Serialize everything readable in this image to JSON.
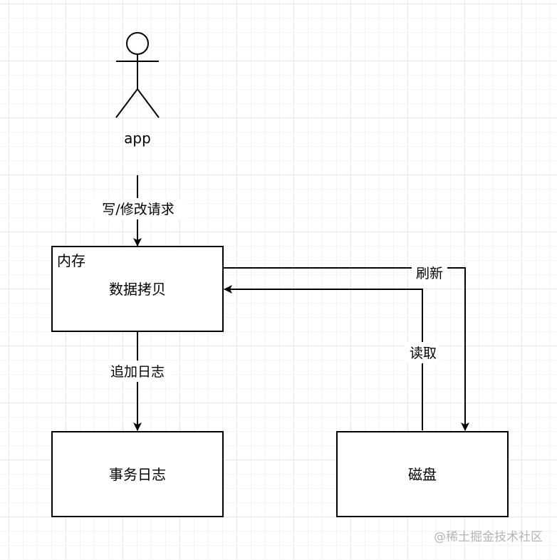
{
  "actor": {
    "label": "app"
  },
  "edges": {
    "request": "写/修改请求",
    "append_log": "追加日志",
    "flush": "刷新",
    "read": "读取"
  },
  "nodes": {
    "memory": {
      "container_label": "内存",
      "label": "数据拷贝"
    },
    "transaction_log": {
      "label": "事务日志"
    },
    "disk": {
      "label": "磁盘"
    }
  },
  "watermark": "@稀土掘金技术社区"
}
